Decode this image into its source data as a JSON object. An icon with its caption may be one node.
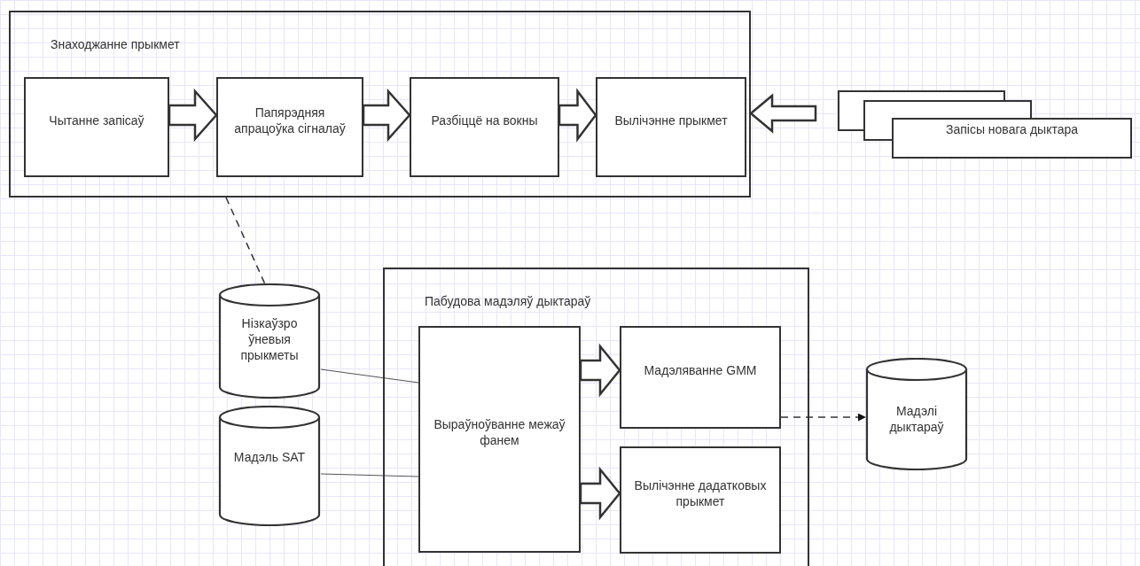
{
  "diagram": {
    "nodes": [
      {
        "text": [
          "Знаходжанне прыкмет"
        ]
      },
      {
        "text": [
          "Чытанне запісаў"
        ],
        "in": 0
      },
      {
        "text": [
          "Папярэдняя апрацоўка сігналаў"
        ],
        "in": 0
      },
      {
        "text": [
          "Разбіццё на вокны"
        ],
        "in": 0
      },
      {
        "text": [
          "Вылічэнне прыкмет"
        ],
        "in": 0
      },
      {
        "text": [
          "Запісы новага дыктара"
        ]
      },
      {
        "text": [
          "Нізкаўзро ўневыя прыкметы"
        ]
      },
      {
        "text": [
          "Мадэль SAT"
        ]
      },
      {
        "text": [
          "Пабудова мадэляў дыктараў"
        ]
      },
      {
        "text": [
          "Выраўноўванне межаў фанем"
        ],
        "in": 8
      },
      {
        "text": [
          "Мадэляванне GMM"
        ],
        "in": 8
      },
      {
        "text": [
          "Вылічэнне дадатковых прыкмет"
        ],
        "in": 8
      },
      {
        "text": [
          "Мадэлі дыктараў"
        ]
      }
    ],
    "edges": [
      {
        "from": 1,
        "to": 2,
        "arrow": "to",
        "style": "thick"
      },
      {
        "from": 2,
        "to": 3,
        "arrow": "to",
        "style": "thick"
      },
      {
        "from": 3,
        "to": 4,
        "arrow": "to",
        "style": "thick"
      },
      {
        "from": 5,
        "to": 0,
        "arrow": "to",
        "style": "thick"
      },
      {
        "from": 0,
        "to": 6,
        "arrow": "to",
        "style": "dashed"
      },
      {
        "from": 6,
        "to": 9,
        "arrow": "none"
      },
      {
        "from": 7,
        "to": 9,
        "arrow": "none"
      },
      {
        "from": 9,
        "to": 10,
        "arrow": "to",
        "style": "thick"
      },
      {
        "from": 9,
        "to": 11,
        "arrow": "to",
        "style": "thick"
      },
      {
        "from": 10,
        "to": 12,
        "arrow": "to",
        "style": "dashed"
      }
    ]
  }
}
